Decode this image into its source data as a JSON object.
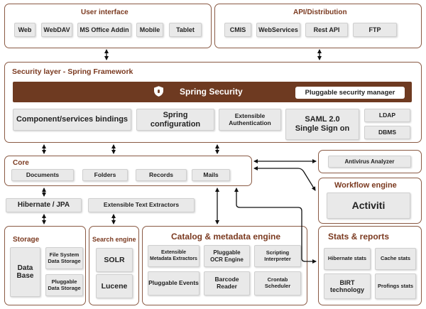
{
  "user_interface": {
    "title": "User interface",
    "items": [
      "Web",
      "WebDAV",
      "MS Office Addin",
      "Mobile",
      "Tablet"
    ]
  },
  "api_distribution": {
    "title": "API/Distribution",
    "items": [
      "CMIS",
      "WebServices",
      "Rest API",
      "FTP"
    ]
  },
  "security": {
    "title": "Security layer - Spring Framework",
    "spring_security": "Spring Security",
    "pluggable_manager": "Pluggable security manager",
    "component_bindings": "Component/services bindings",
    "spring_configuration": "Spring configuration",
    "extensible_auth": "Extensible\nAuthentication",
    "saml": "SAML  2.0\nSingle Sign on",
    "ldap": "LDAP",
    "dbms": "DBMS"
  },
  "core": {
    "title": "Core",
    "items": [
      "Documents",
      "Folders",
      "Records",
      "Mails"
    ]
  },
  "antivirus": "Antivirus Analyzer",
  "workflow": {
    "title": "Workflow engine",
    "engine": "Activiti"
  },
  "hibernate": "Hibernate / JPA",
  "text_extractors": "Extensible Text Extractors",
  "storage": {
    "title": "Storage",
    "database": "Data\nBase",
    "fs_storage": "File System\nData Storage",
    "pluggable_storage": "Pluggable\nData Storage"
  },
  "search": {
    "title": "Search engine",
    "solr": "SOLR",
    "lucene": "Lucene"
  },
  "catalog": {
    "title": "Catalog & metadata engine",
    "metadata_extractors": "Extensible\nMetadata Extractors",
    "ocr": "Pluggable\nOCR Engine",
    "scripting": "Scripting\nInterpreter",
    "events": "Pluggable Events",
    "barcode": "Barcode Reader",
    "crontab": "Crontab\nScheduler"
  },
  "stats": {
    "title": "Stats & reports",
    "hibernate_stats": "Hibernate stats",
    "cache_stats": "Cache stats",
    "birt": "BIRT\ntechnology",
    "profiling_stats": "Profings stats"
  }
}
